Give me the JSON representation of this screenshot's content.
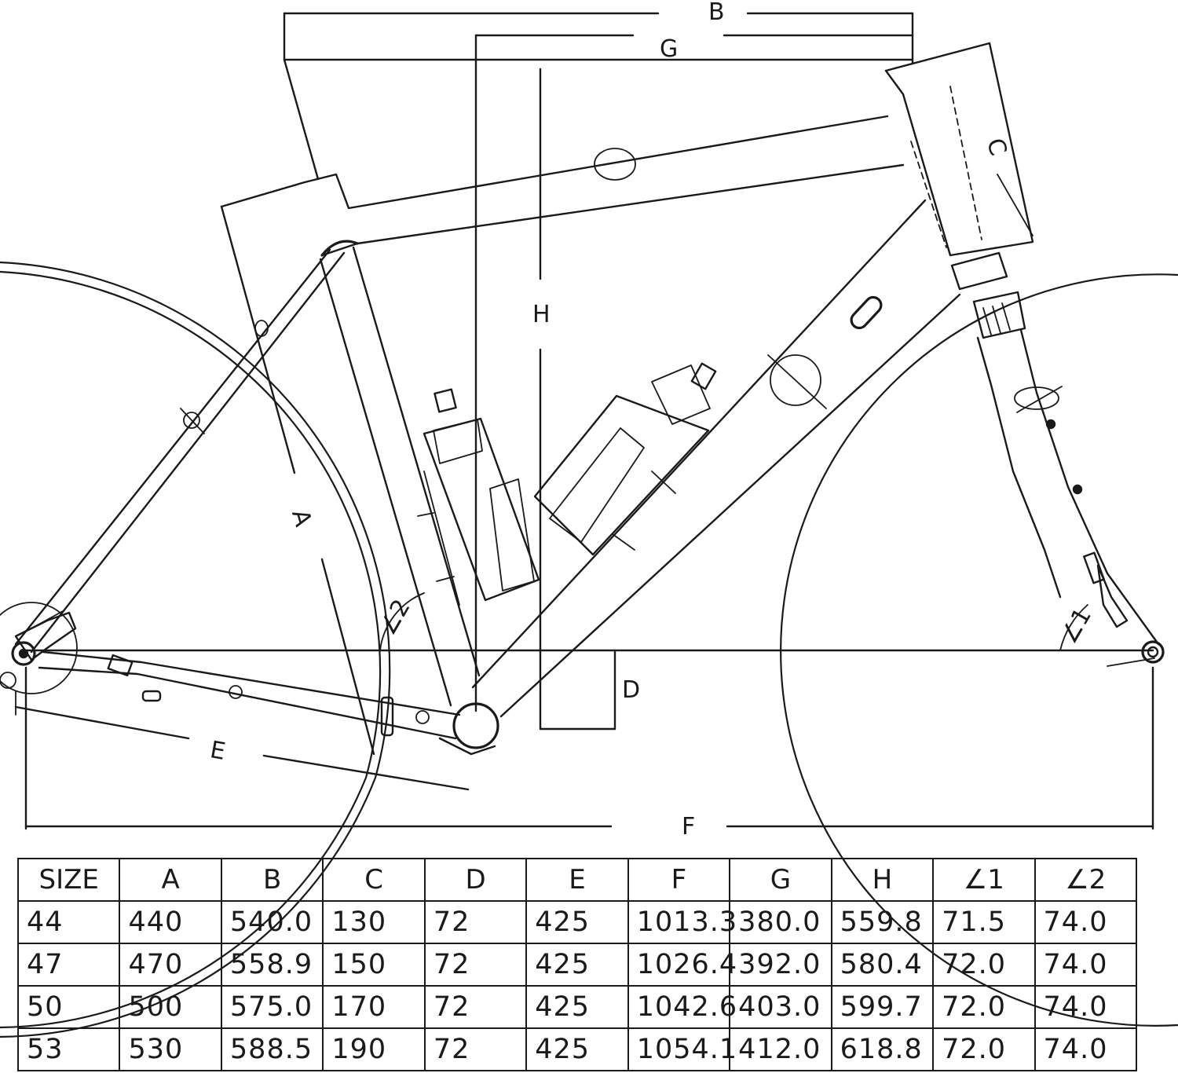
{
  "dimension_labels": {
    "A": "A",
    "B": "B",
    "C": "C",
    "D": "D",
    "E": "E",
    "F": "F",
    "G": "G",
    "H": "H",
    "L1": "∠1",
    "L2": "∠2"
  },
  "table": {
    "headers": [
      "SIZE",
      "A",
      "B",
      "C",
      "D",
      "E",
      "F",
      "G",
      "H",
      "∠1",
      "∠2"
    ],
    "rows": [
      [
        "44",
        "440",
        "540.0",
        "130",
        "72",
        "425",
        "1013.3",
        "380.0",
        "559.8",
        "71.5",
        "74.0"
      ],
      [
        "47",
        "470",
        "558.9",
        "150",
        "72",
        "425",
        "1026.4",
        "392.0",
        "580.4",
        "72.0",
        "74.0"
      ],
      [
        "50",
        "500",
        "575.0",
        "170",
        "72",
        "425",
        "1042.6",
        "403.0",
        "599.7",
        "72.0",
        "74.0"
      ],
      [
        "53",
        "530",
        "588.5",
        "190",
        "72",
        "425",
        "1054.1",
        "412.0",
        "618.8",
        "72.0",
        "74.0"
      ]
    ]
  }
}
